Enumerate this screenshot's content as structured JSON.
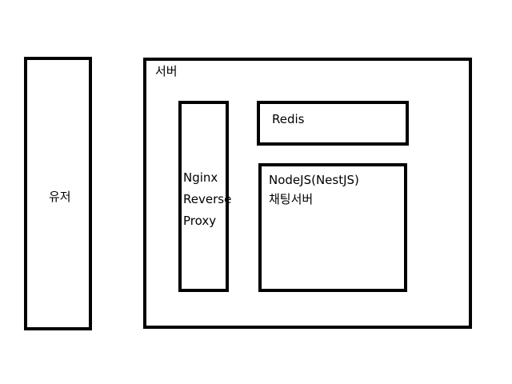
{
  "user": {
    "label": "유저"
  },
  "server": {
    "label": "서버",
    "nginx": {
      "lines": [
        "Nginx",
        "Reverse",
        "Proxy"
      ]
    },
    "redis": {
      "label": "Redis"
    },
    "node": {
      "title": "NodeJS(NestJS)",
      "subtitle": "채팅서버"
    }
  }
}
